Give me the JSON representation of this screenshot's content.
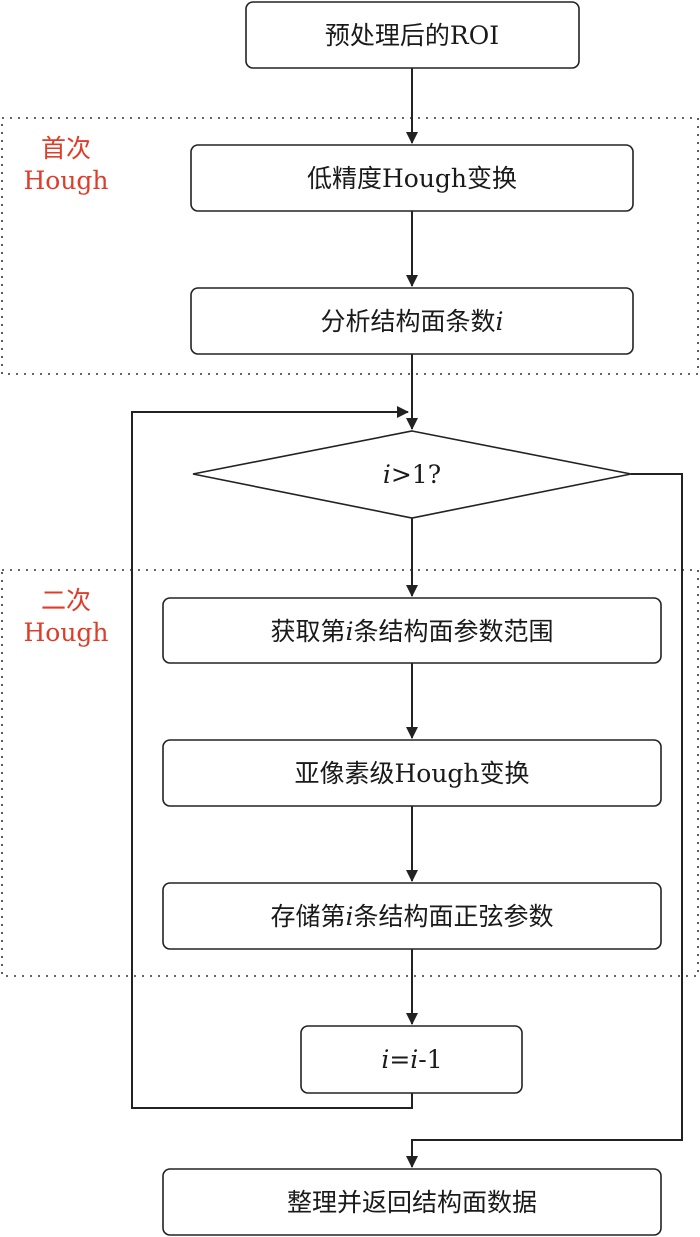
{
  "colors": {
    "group_label": "#e03c2a",
    "line": "#222222",
    "text": "#1a1a1a"
  },
  "groups": {
    "first": {
      "line1": "首次",
      "line2": "Hough"
    },
    "second": {
      "line1": "二次",
      "line2": "Hough"
    }
  },
  "nodes": {
    "roi": "预处理后的ROI",
    "low_precision": "低精度Hough变换",
    "analyze": "分析结构面条数",
    "decision_op": ">1?",
    "get_range": "条结构面参数范围",
    "get_range_prefix": "获取第",
    "subpixel": "亚像素级Hough变换",
    "store_prefix": "存储第",
    "store": "条结构面正弦参数",
    "decrement_eq": "=",
    "decrement_tail": "-1",
    "result": "整理并返回结构面数据"
  },
  "variable": "i"
}
